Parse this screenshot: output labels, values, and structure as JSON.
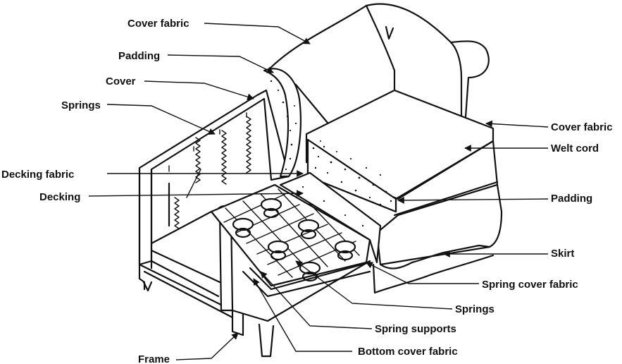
{
  "labels": {
    "cover_fabric_top": "Cover fabric",
    "padding_left": "Padding",
    "cover": "Cover",
    "springs_left": "Springs",
    "decking_fabric": "Decking fabric",
    "decking": "Decking",
    "frame": "Frame",
    "cover_fabric_right": "Cover fabric",
    "welt_cord": "Welt cord",
    "padding_right": "Padding",
    "skirt": "Skirt",
    "spring_cover_fabric": "Spring cover fabric",
    "springs_bottom": "Springs",
    "spring_supports": "Spring supports",
    "bottom_cover_fabric": "Bottom cover fabric"
  }
}
